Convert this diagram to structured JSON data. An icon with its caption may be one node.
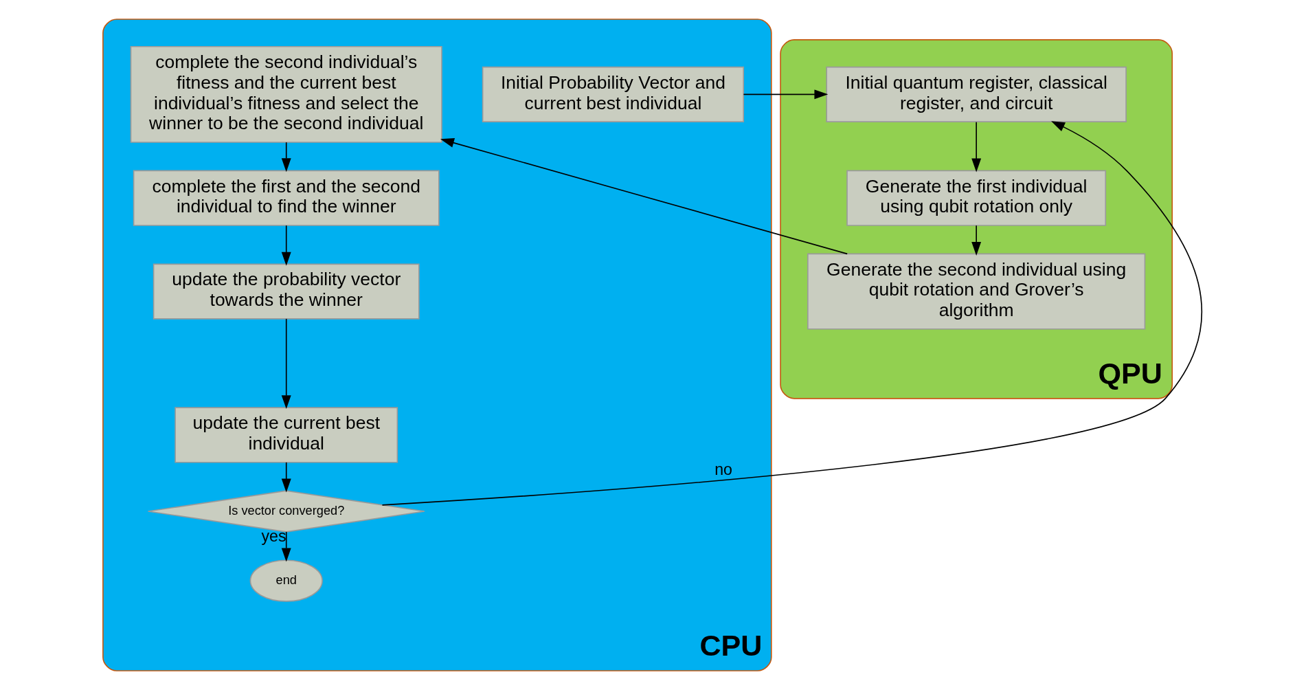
{
  "diagram": {
    "nodes": [
      {
        "text": [
          "CPU"
        ]
      },
      {
        "text": [
          "Initial Probability Vector and current best individual"
        ],
        "in": 0
      },
      {
        "text": [
          "complete the second individual’s fitness and the current best individual’s fitness and select the winner to be the second individual"
        ],
        "in": 0
      },
      {
        "text": [
          "complete the first and the second individual to find the winner"
        ],
        "in": 0
      },
      {
        "text": [
          "update the probability vector towards the winner"
        ],
        "in": 0
      },
      {
        "text": [
          "update the current best individual"
        ],
        "in": 0
      },
      {
        "text": [
          "Is vector converged?"
        ],
        "in": 0
      },
      {
        "text": [
          "end"
        ],
        "in": 0
      },
      {
        "text": [
          "QPU"
        ]
      },
      {
        "text": [
          "Initial quantum register, classical register, and circuit"
        ],
        "in": 8
      },
      {
        "text": [
          "Generate the first individual using qubit rotation only"
        ],
        "in": 8
      },
      {
        "text": [
          "Generate the second individual using qubit rotation and Grover’s algorithm"
        ],
        "in": 8
      }
    ],
    "edges": [
      {
        "from": 1,
        "to": 9,
        "arrow": "to"
      },
      {
        "from": 9,
        "to": 10,
        "arrow": "to"
      },
      {
        "from": 10,
        "to": 11,
        "arrow": "to"
      },
      {
        "from": 11,
        "to": 2,
        "arrow": "to"
      },
      {
        "from": 2,
        "to": 3,
        "arrow": "to"
      },
      {
        "from": 3,
        "to": 4,
        "arrow": "to"
      },
      {
        "from": 4,
        "to": 5,
        "arrow": "to"
      },
      {
        "from": 5,
        "to": 6,
        "arrow": "to"
      },
      {
        "from": 6,
        "to": 7,
        "label": "yes",
        "arrow": "to"
      },
      {
        "from": 6,
        "to": 9,
        "label": "no",
        "arrow": "to"
      }
    ]
  }
}
